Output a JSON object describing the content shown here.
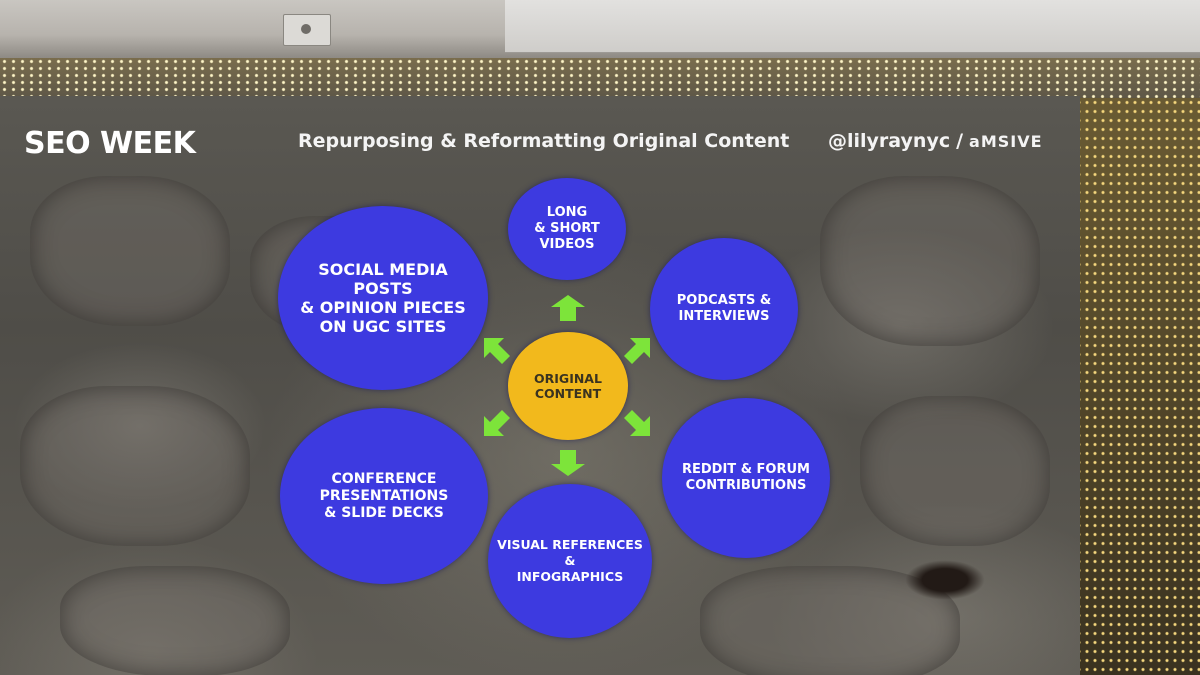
{
  "header": {
    "brand": "SEO WEEK",
    "title": "Repurposing & Reformatting Original Content",
    "handle": "@lilyraynyc",
    "separator": "/",
    "company_logo": "aMSIVE"
  },
  "diagram": {
    "center": "ORIGINAL\nCONTENT",
    "nodes": {
      "top": "LONG\n& SHORT\nVIDEOS",
      "top_left": "SOCIAL MEDIA\nPOSTS\n& OPINION PIECES\nON UGC SITES",
      "top_right": "PODCASTS &\nINTERVIEWS",
      "bottom_left": "CONFERENCE\nPRESENTATIONS\n& SLIDE DECKS",
      "bottom": "VISUAL REFERENCES\n&\nINFOGRAPHICS",
      "bottom_right": "REDDIT & FORUM\nCONTRIBUTIONS"
    },
    "colors": {
      "node": "#3d3ae0",
      "center": "#f2b91c",
      "arrow": "#7de43a"
    },
    "arrow_icon": "green-arrow-icon"
  }
}
